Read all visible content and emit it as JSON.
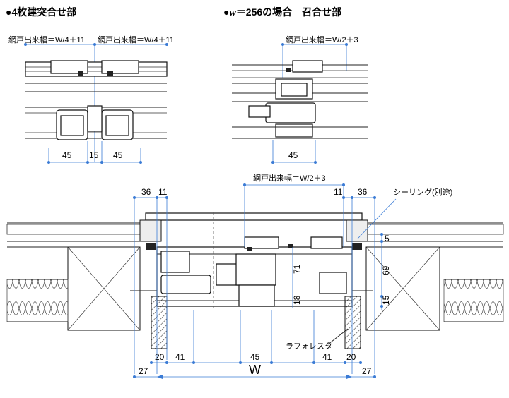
{
  "titles": {
    "left": "●4枚建突合せ部",
    "right_prefix": "●",
    "right_var": "w",
    "right_suffix": "＝256の場合　召合せ部"
  },
  "labels": {
    "top_left_a": "網戸出来幅＝W/4＋11",
    "top_left_b": "網戸出来幅＝W/4＋11",
    "top_right": "網戸出来幅＝W/2＋3",
    "bottom_top": "網戸出来幅＝W/2＋3",
    "sealing": "シーリング(別途)",
    "rafore": "ラフォレスタ",
    "W": "W"
  },
  "dims": {
    "tl_45a": "45",
    "tl_15": "15",
    "tl_45b": "45",
    "tr_45": "45",
    "b_36l": "36",
    "b_11l": "11",
    "b_11r": "11",
    "b_36r": "36",
    "b_5": "5",
    "b_69": "69",
    "b_71": "71",
    "b_18": "18",
    "b_15": "15",
    "b_20l": "20",
    "b_41l": "41",
    "b_45": "45",
    "b_41r": "41",
    "b_20r": "20",
    "b_27l": "27",
    "b_27r": "27"
  }
}
